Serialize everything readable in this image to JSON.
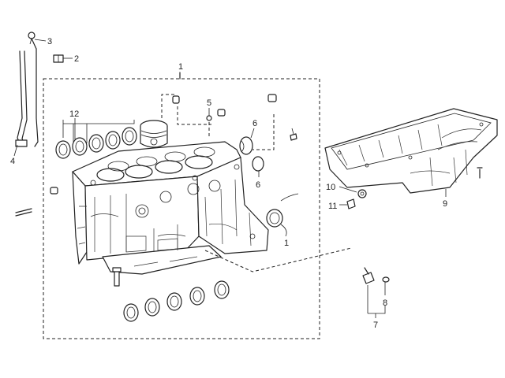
{
  "callouts": [
    {
      "id": "c1",
      "text": "1"
    },
    {
      "id": "c2",
      "text": "2"
    },
    {
      "id": "c3",
      "text": "3"
    },
    {
      "id": "c4",
      "text": "4"
    },
    {
      "id": "c5",
      "text": "5"
    },
    {
      "id": "c6a",
      "text": "6"
    },
    {
      "id": "c6b",
      "text": "6"
    },
    {
      "id": "c7",
      "text": "7"
    },
    {
      "id": "c8",
      "text": "8"
    },
    {
      "id": "c9",
      "text": "9"
    },
    {
      "id": "c10",
      "text": "10"
    },
    {
      "id": "c11",
      "text": "11"
    },
    {
      "id": "c12",
      "text": "12"
    },
    {
      "id": "c13",
      "text": "1"
    }
  ]
}
